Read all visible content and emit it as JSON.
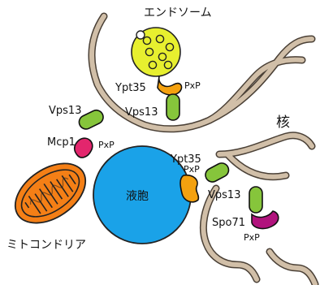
{
  "labels": {
    "endosome": "エンドソーム",
    "nucleus": "核",
    "lipid_droplet": "液胞",
    "mitochondria": "ミトコンドリア",
    "vps13_top": "Vps13",
    "ypt35_top": "Ypt35",
    "pxp_top": "PxP",
    "vps13_left": "Vps13",
    "mcp1": "Mcp1",
    "pxp_left": "PxP",
    "ypt35_mid": "Ypt35",
    "pxp_mid": "PxP",
    "vps13_right": "Vps13",
    "spo71": "Spo71",
    "pxp_bottom": "PxP"
  },
  "colors": {
    "membrane": "#d1bfa8",
    "membrane_stroke": "#4a4036",
    "endosome": "#e7ef2f",
    "mitochondria": "#f47f16",
    "mito_inner": "#f8a33c",
    "vacuole": "#1aa2e8",
    "vps13": "#86c53b",
    "ypt35": "#f4a10f",
    "mcp1": "#e3266d",
    "spo71": "#b1137d"
  }
}
